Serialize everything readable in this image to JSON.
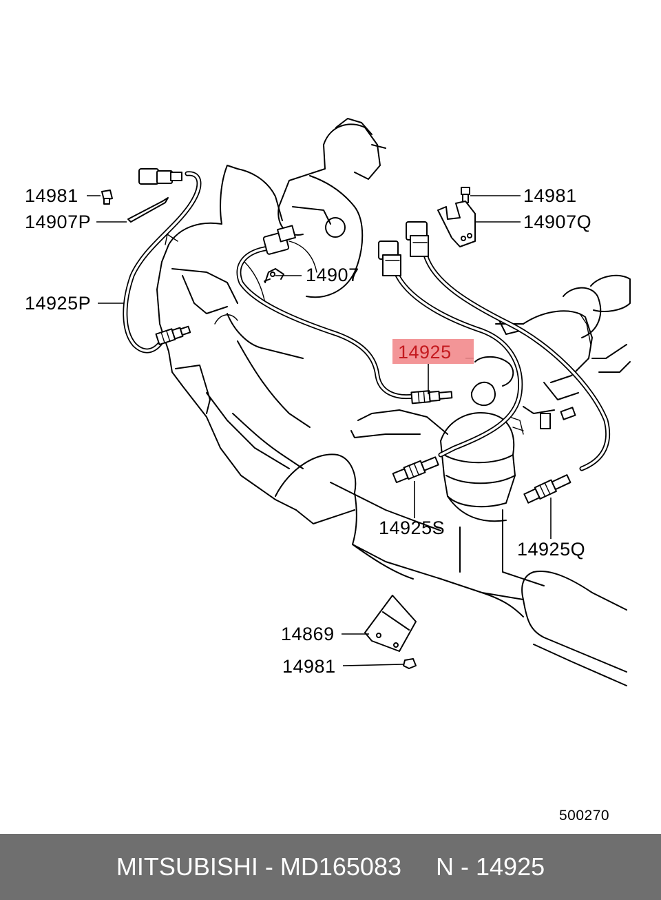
{
  "diagram": {
    "labels": {
      "l_14981_left": "14981",
      "l_14907p": "14907P",
      "l_14925p": "14925P",
      "l_14907": "14907",
      "l_14981_right": "14981",
      "l_14907q": "14907Q",
      "l_14925_highlight": "14925",
      "l_14925s": "14925S",
      "l_14925q": "14925Q",
      "l_14869": "14869",
      "l_14981_bottom": "14981"
    },
    "reference_number": "500270",
    "highlight_color": "#f28a8c",
    "highlight_text_color": "#c41a1f"
  },
  "footer": {
    "text": "MITSUBISHI - MD165083     N - 14925",
    "background": "#6f6f6f"
  }
}
